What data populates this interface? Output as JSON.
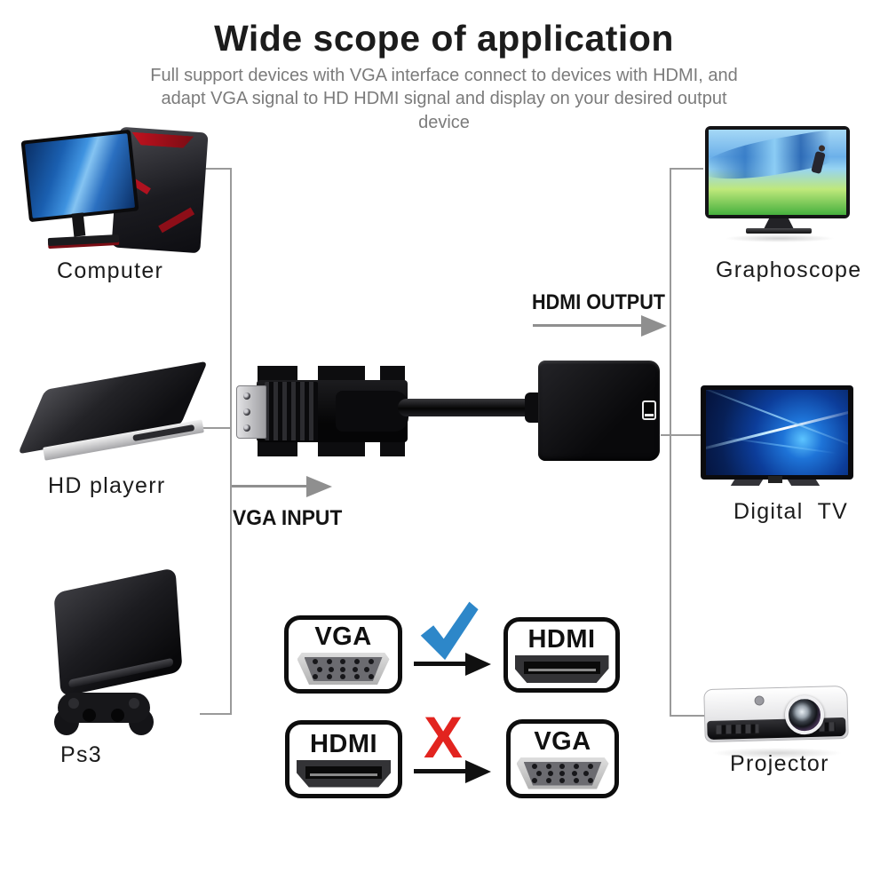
{
  "header": {
    "title": "Wide scope of application",
    "subtitle_lines": [
      "Full support devices with VGA interface connect to devices with HDMI, and",
      "adapt VGA signal to HD HDMI signal and display on your desired output",
      "device"
    ]
  },
  "input_devices": [
    {
      "name": "computer",
      "label": "Computer"
    },
    {
      "name": "hd-player",
      "label": "HD playerr"
    },
    {
      "name": "ps3",
      "label": "Ps3"
    }
  ],
  "output_devices": [
    {
      "name": "graphoscope",
      "label": "Graphoscope"
    },
    {
      "name": "digital-tv",
      "label": "Digital  TV"
    },
    {
      "name": "projector",
      "label": "Projector"
    }
  ],
  "adapter": {
    "input_label": "VGA INPUT",
    "output_label": "HDMI OUTPUT"
  },
  "compatibility": [
    {
      "from": "VGA",
      "to": "HDMI",
      "result": "supported",
      "mark_icon": "blue-check"
    },
    {
      "from": "HDMI",
      "to": "VGA",
      "result": "not supported",
      "mark_glyph": "X"
    }
  ],
  "colors": {
    "check_blue": "#2d87c9",
    "cross_red": "#e2241f",
    "connector_line_gray": "#9a9a9a",
    "arrow_gray": "#8f8f8f",
    "title_black": "#1c1c1c",
    "subtitle_gray": "#7b7b7b"
  }
}
